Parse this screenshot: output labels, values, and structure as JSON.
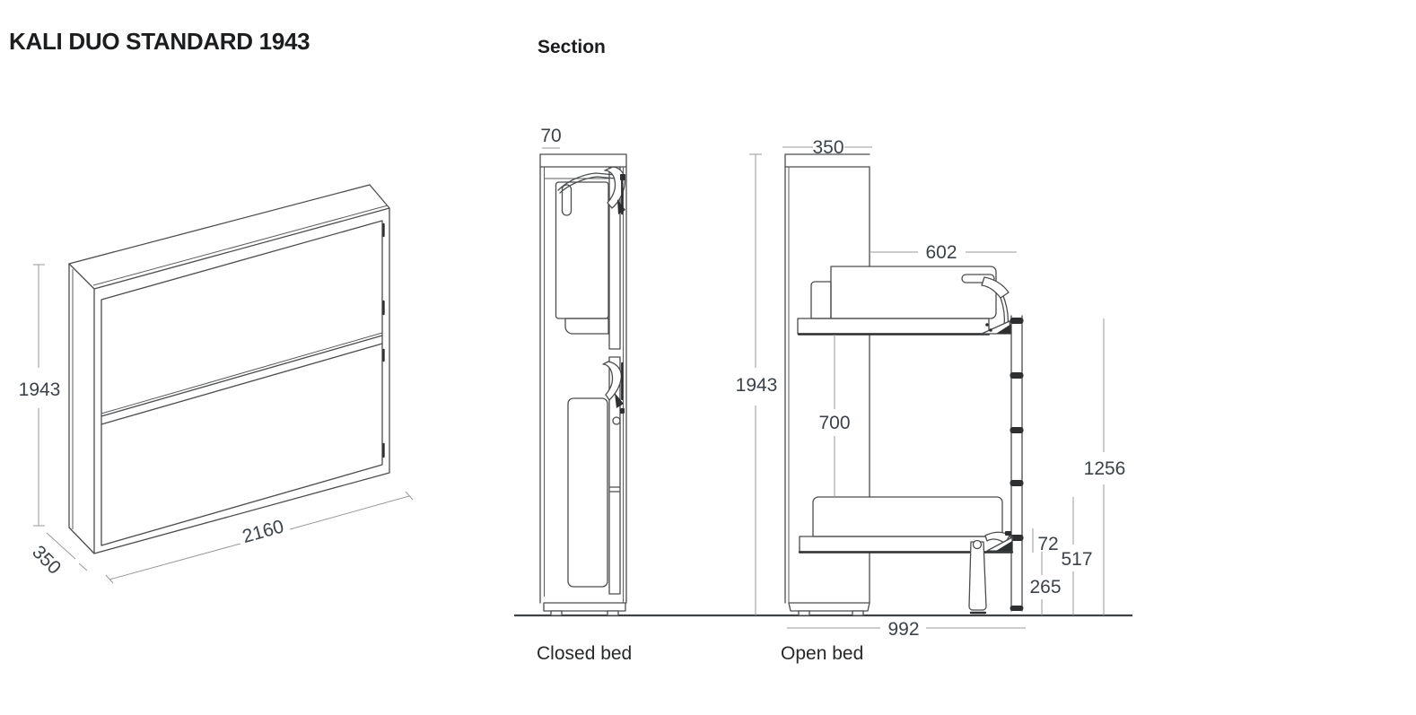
{
  "header": {
    "title": "KALI DUO STANDARD 1943",
    "section_heading": "Section"
  },
  "isometric_view": {
    "description": "closed wall bed cabinet, isometric",
    "dims": {
      "height": "1943",
      "width": "2160",
      "depth": "350"
    }
  },
  "closed_view": {
    "caption": "Closed bed",
    "dims": {
      "front_panel_gap": "70"
    }
  },
  "shared": {
    "total_height": "1943"
  },
  "open_view": {
    "caption": "Open bed",
    "dims": {
      "cabinet_depth": "350",
      "upper_bed_extension": "602",
      "bunk_clearance": "700",
      "upper_platform_height": "1256",
      "platform_thickness": "72",
      "lower_bed_height": "517",
      "floor_clearance": "265",
      "footprint_depth": "992"
    }
  },
  "colors": {
    "object_line": "#4a4c4e",
    "dimension_line": "#9a9a9a",
    "dimension_text": "#3c4249",
    "title_text": "#1b1d1f",
    "background": "#ffffff"
  }
}
